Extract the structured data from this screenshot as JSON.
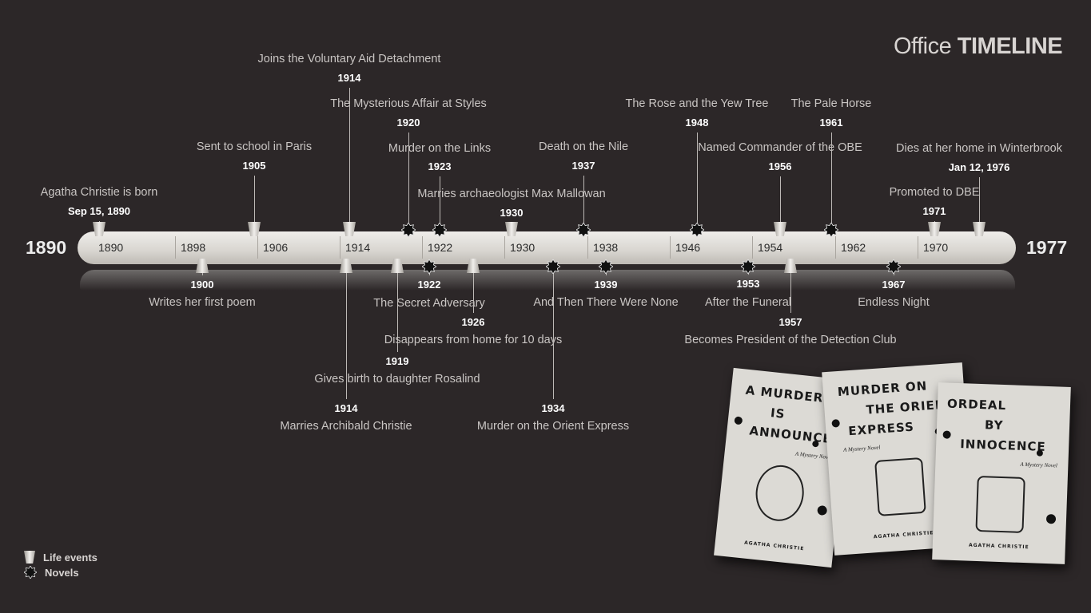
{
  "logo": {
    "prefix": "Office",
    "suffix": "TIMELINE"
  },
  "timeline": {
    "start": "1890",
    "end": "1977",
    "ticks": [
      "1890",
      "1898",
      "1906",
      "1914",
      "1922",
      "1930",
      "1938",
      "1946",
      "1954",
      "1962",
      "1970"
    ]
  },
  "events": [
    {
      "date": "Sep 15, 1890",
      "title": "Agatha Christie is born",
      "type": "life",
      "side": "top"
    },
    {
      "date": "1905",
      "title": "Sent to school in Paris",
      "type": "life",
      "side": "top"
    },
    {
      "date": "1914",
      "title": "Joins the Voluntary Aid Detachment",
      "type": "life",
      "side": "top"
    },
    {
      "date": "1920",
      "title": "The Mysterious Affair at Styles",
      "type": "novel",
      "side": "top"
    },
    {
      "date": "1923",
      "title": "Murder on the Links",
      "type": "novel",
      "side": "top"
    },
    {
      "date": "1930",
      "title": "Marries archaeologist Max Mallowan",
      "type": "life",
      "side": "top"
    },
    {
      "date": "1937",
      "title": "Death on the Nile",
      "type": "novel",
      "side": "top"
    },
    {
      "date": "1948",
      "title": "The Rose and the Yew Tree",
      "type": "novel",
      "side": "top"
    },
    {
      "date": "1956",
      "title": "Named Commander of the OBE",
      "type": "life",
      "side": "top"
    },
    {
      "date": "1961",
      "title": "The Pale Horse",
      "type": "novel",
      "side": "top"
    },
    {
      "date": "1971",
      "title": "Promoted to DBE",
      "type": "life",
      "side": "top"
    },
    {
      "date": "Jan 12, 1976",
      "title": "Dies at her home in Winterbrook",
      "type": "life",
      "side": "top"
    },
    {
      "date": "1900",
      "title": "Writes her first poem",
      "type": "life",
      "side": "bottom"
    },
    {
      "date": "1914",
      "title": "Marries Archibald Christie",
      "type": "life",
      "side": "bottom"
    },
    {
      "date": "1919",
      "title": "Gives birth to daughter Rosalind",
      "type": "life",
      "side": "bottom"
    },
    {
      "date": "1922",
      "title": "The Secret Adversary",
      "type": "novel",
      "side": "bottom"
    },
    {
      "date": "1926",
      "title": "Disappears from home for 10 days",
      "type": "life",
      "side": "bottom"
    },
    {
      "date": "1934",
      "title": "Murder on the Orient Express",
      "type": "novel",
      "side": "bottom"
    },
    {
      "date": "1939",
      "title": "And Then There Were None",
      "type": "novel",
      "side": "bottom"
    },
    {
      "date": "1953",
      "title": "After the Funeral",
      "type": "novel",
      "side": "bottom"
    },
    {
      "date": "1957",
      "title": "Becomes President of the Detection Club",
      "type": "life",
      "side": "bottom"
    },
    {
      "date": "1967",
      "title": "Endless Night",
      "type": "novel",
      "side": "bottom"
    }
  ],
  "legend": {
    "life": "Life events",
    "novels": "Novels"
  },
  "books": [
    {
      "title_lines": [
        "A MURDER",
        "IS",
        "ANNOUNCED"
      ],
      "subtitle": "A Mystery Novel",
      "author": "AGATHA CHRISTIE"
    },
    {
      "title_lines": [
        "MURDER ON",
        "THE ORIENT",
        "EXPRESS"
      ],
      "subtitle": "A Mystery Novel",
      "author": "AGATHA CHRISTIE"
    },
    {
      "title_lines": [
        "ORDEAL",
        "BY",
        "INNOCENCE"
      ],
      "subtitle": "A Mystery Novel",
      "author": "AGATHA CHRISTIE"
    }
  ]
}
